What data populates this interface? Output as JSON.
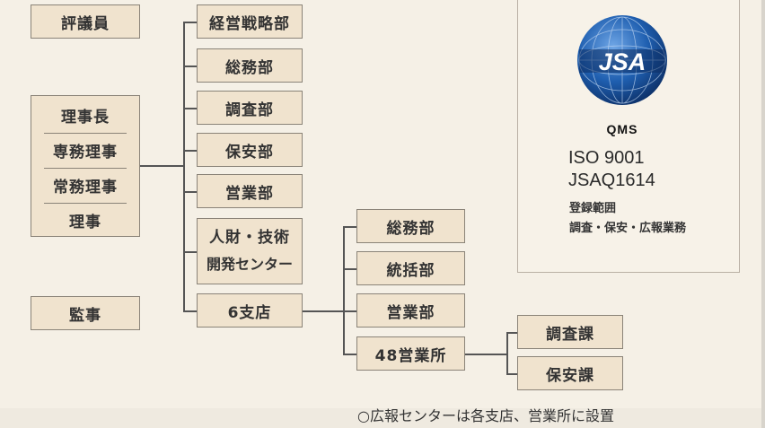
{
  "left_column": {
    "councilors": "評議員",
    "officers": [
      "理事長",
      "専務理事",
      "常務理事",
      "理事"
    ],
    "auditors": "監事"
  },
  "departments": [
    "経営戦略部",
    "総務部",
    "調査部",
    "保安部",
    "営業部"
  ],
  "hr_center": {
    "line1": "人財・技術",
    "line2": "開発センター"
  },
  "branches": "6支店",
  "branch_units": [
    "総務部",
    "統括部",
    "営業部"
  ],
  "sales_offices": "48営業所",
  "office_sections": [
    "調査課",
    "保安課"
  ],
  "certification": {
    "logo_text": "JSA",
    "logo_sub": "QMS",
    "standard": "ISO 9001",
    "reg_no": "JSAQ1614",
    "scope_label": "登録範囲",
    "scope": "調査・保安・広報業務"
  },
  "note": "○広報センターは各支店、営業所に設置",
  "colors": {
    "box_fill": "#f0e3ce",
    "border": "#8a8378",
    "logo_blue": "#1f5fb0"
  }
}
